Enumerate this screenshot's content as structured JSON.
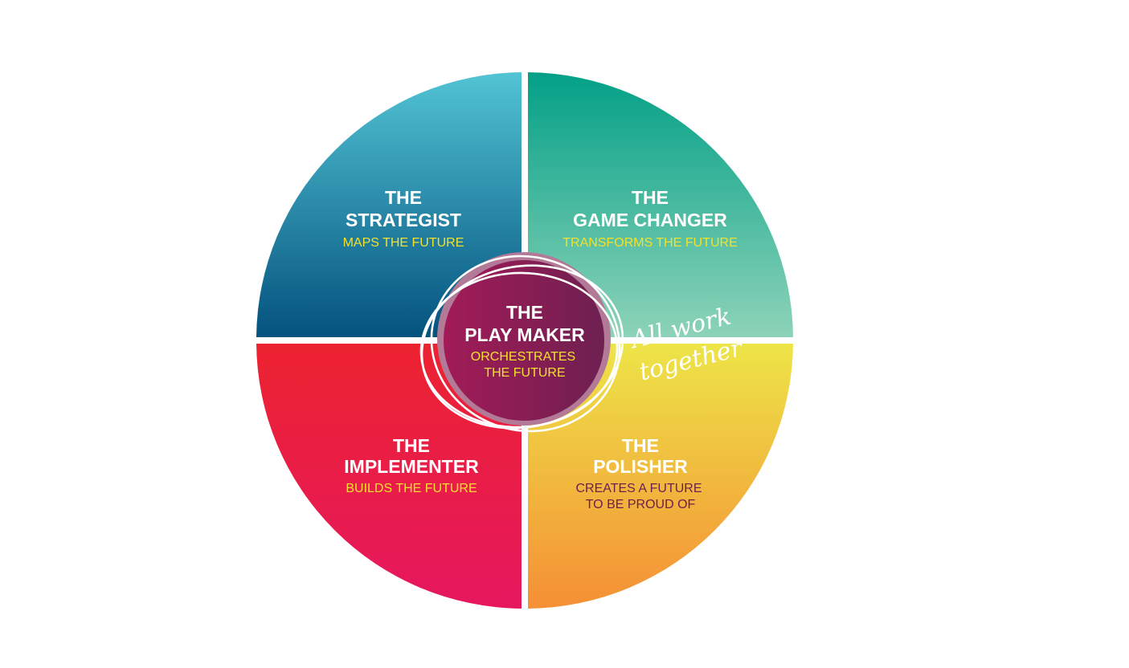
{
  "quadrants": {
    "strategist": {
      "title_line1": "THE",
      "title_line2": "STRATEGIST",
      "subtitle": "MAPS THE FUTURE"
    },
    "game_changer": {
      "title_line1": "THE",
      "title_line2": "GAME CHANGER",
      "subtitle": "TRANSFORMS THE FUTURE"
    },
    "implementer": {
      "title_line1": "THE",
      "title_line2": "IMPLEMENTER",
      "subtitle": "BUILDS THE FUTURE"
    },
    "polisher": {
      "title_line1": "THE",
      "title_line2": "POLISHER",
      "subtitle_line1": "CREATES A FUTURE",
      "subtitle_line2": "TO BE PROUD OF"
    }
  },
  "center": {
    "title_line1": "THE",
    "title_line2": "PLAY MAKER",
    "subtitle_line1": "ORCHESTRATES",
    "subtitle_line2": "THE FUTURE"
  },
  "annotation": {
    "line1": "All work",
    "line2": "together"
  },
  "colors": {
    "strategist_top": "#52c4d4",
    "strategist_bottom": "#04527e",
    "game_changer_top": "#02a087",
    "game_changer_bottom": "#8dd3b8",
    "implementer_top": "#ec2330",
    "implementer_bottom": "#e6175f",
    "polisher_top": "#ede548",
    "polisher_bottom": "#f58f35",
    "center_left": "#a21b57",
    "center_right": "#6e2051",
    "center_halo": "#b27a97",
    "accent_yellow": "#f2e12c",
    "polisher_text": "#6c1f4d"
  }
}
